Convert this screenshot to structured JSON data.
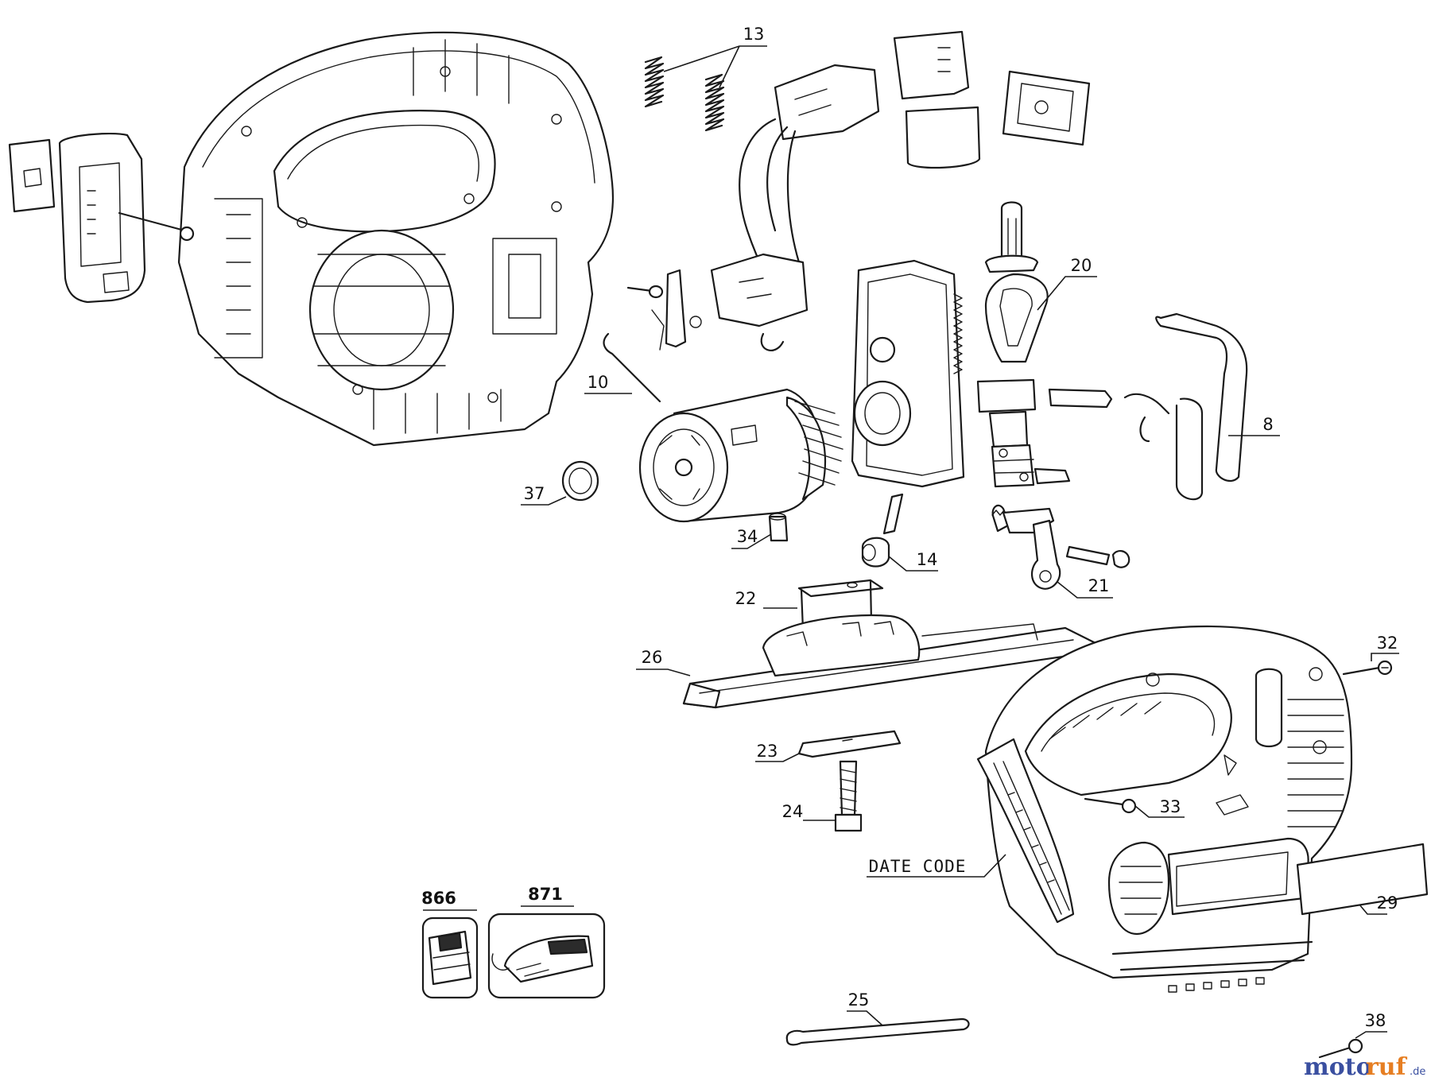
{
  "callouts": {
    "c13": "13",
    "c20": "20",
    "c10": "10",
    "c8": "8",
    "c37": "37",
    "c34": "34",
    "c14": "14",
    "c21": "21",
    "c22": "22",
    "c26": "26",
    "c32": "32",
    "c23": "23",
    "c33": "33",
    "c24": "24",
    "c866": "866",
    "c871": "871",
    "c25": "25",
    "c29": "29",
    "c38": "38"
  },
  "date_code_label": "DATE CODE",
  "watermark": {
    "name_part1": "moto",
    "name_part2": "ruf",
    "tld": ".de"
  }
}
